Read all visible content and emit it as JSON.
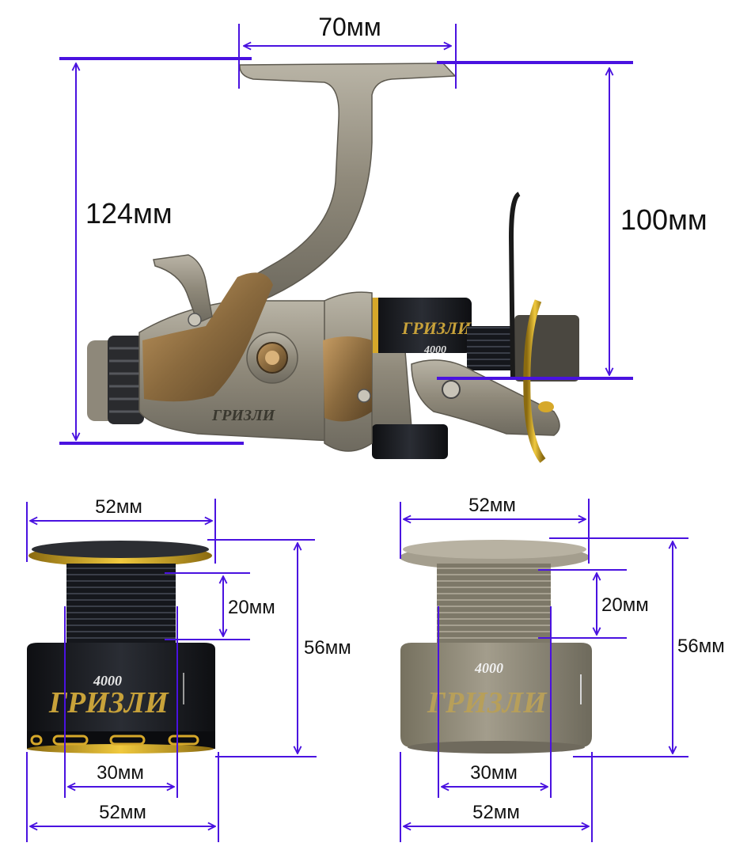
{
  "colors": {
    "dimension_line": "#4a12e0",
    "body_metal": "#8f897a",
    "bronze": "#8a6a3e",
    "black_spool": "#1b1d22",
    "gold": "#d6a82a",
    "grey_spool": "#8c8678"
  },
  "reel": {
    "brand_label": "ГРИЗЛИ",
    "spool_number": "4000",
    "dimensions": {
      "width": "70мм",
      "total_height": "124мм",
      "spool_height": "100мм"
    }
  },
  "spool_black": {
    "brand_label": "ГРИЗЛИ",
    "model_number": "4000",
    "dimensions": {
      "top_width": "52мм",
      "line_depth": "20мм",
      "height": "56мм",
      "core_width": "30мм",
      "bottom_width": "52мм"
    }
  },
  "spool_grey": {
    "brand_label": "ГРИЗЛИ",
    "model_number": "4000",
    "dimensions": {
      "top_width": "52мм",
      "line_depth": "20мм",
      "height": "56мм",
      "core_width": "30мм",
      "bottom_width": "52мм"
    }
  }
}
